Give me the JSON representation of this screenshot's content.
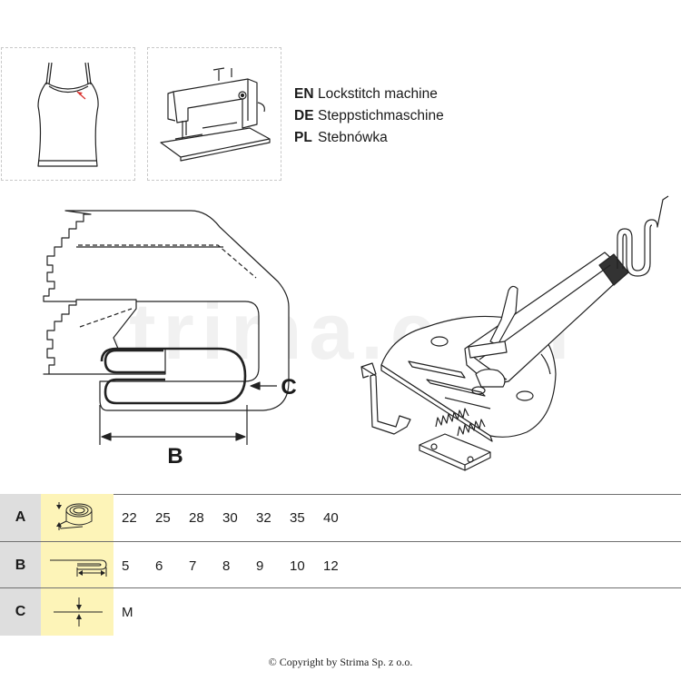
{
  "machine_types": [
    {
      "code": "EN",
      "name": "Lockstitch machine"
    },
    {
      "code": "DE",
      "name": "Steppstichmaschine"
    },
    {
      "code": "PL",
      "name": "Stebnówka"
    }
  ],
  "drawing": {
    "label_b": "B",
    "label_c": "C",
    "watermark": "strima.com"
  },
  "table": {
    "rows": [
      {
        "letter": "A",
        "icon": "tape-width-icon",
        "values": [
          "22",
          "25",
          "28",
          "30",
          "32",
          "35",
          "40"
        ]
      },
      {
        "letter": "B",
        "icon": "folded-width-icon",
        "values": [
          "5",
          "6",
          "7",
          "8",
          "9",
          "10",
          "12"
        ]
      },
      {
        "letter": "C",
        "icon": "material-thickness-icon",
        "values": [
          "M"
        ]
      }
    ]
  },
  "copyright": "© Copyright by Strima Sp. z o.o."
}
